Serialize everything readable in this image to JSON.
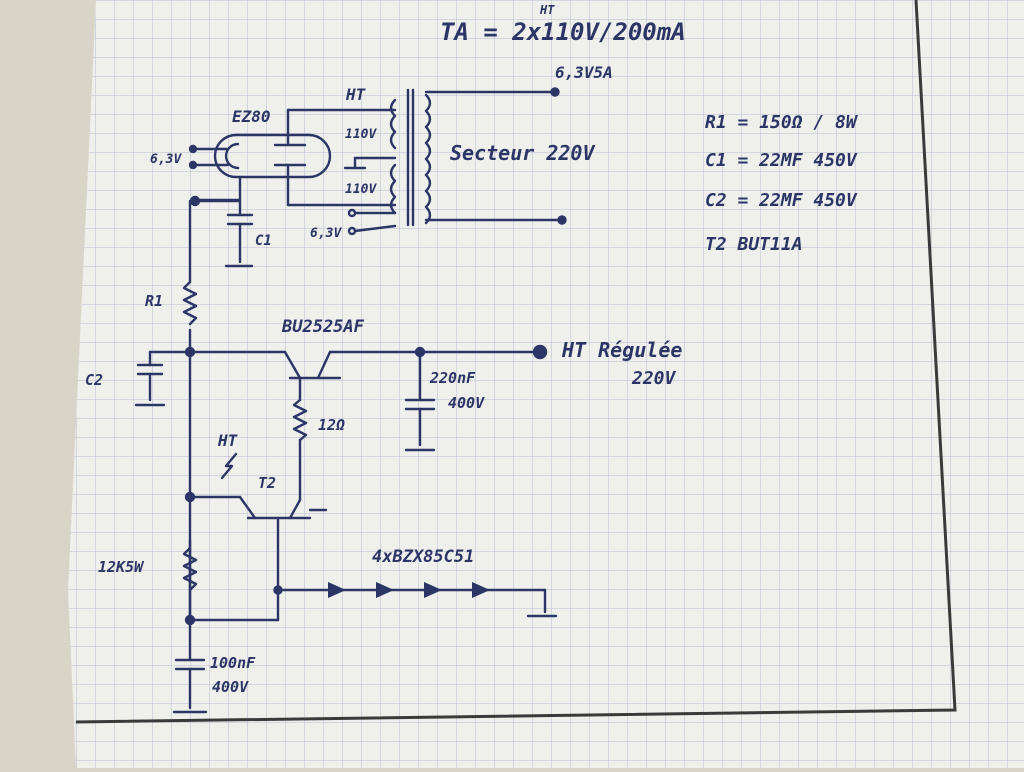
{
  "colors": {
    "ink": "#2b3566",
    "paper": "#efefec",
    "grid": "#b8bcd0",
    "frame": "#3a3a3a",
    "background": "#d8d4c8"
  },
  "header": {
    "title": "TA = 2x110V/200mA",
    "ht_superscript": "HT",
    "filament_rating": "6,3V5A"
  },
  "transformer": {
    "primary_label": "Secteur 220V",
    "secondary_a": "110V",
    "secondary_b": "110V",
    "heater_tap": "6,3V",
    "ht_label": "HT"
  },
  "tube": {
    "name": "EZ80",
    "heater": "6,3V"
  },
  "components": {
    "c1": "C1",
    "c2": "C2",
    "r1": "R1",
    "transistor_main": "BU2525AF",
    "r_emitter": "12Ω",
    "t2": "T2",
    "ht_arrow": "HT",
    "c_out_value": "220nF",
    "c_out_voltage": "400V",
    "output_label": "HT Régulée",
    "output_voltage": "220V",
    "pot": "12K5W",
    "c_bottom_value": "100nF",
    "c_bottom_voltage": "400V",
    "zeners": "4xBZX85C51"
  },
  "legend": [
    "R1 = 150Ω / 8W",
    "C1 = 22MF 450V",
    "C2 = 22MF 450V",
    "T2  BUT11A"
  ]
}
